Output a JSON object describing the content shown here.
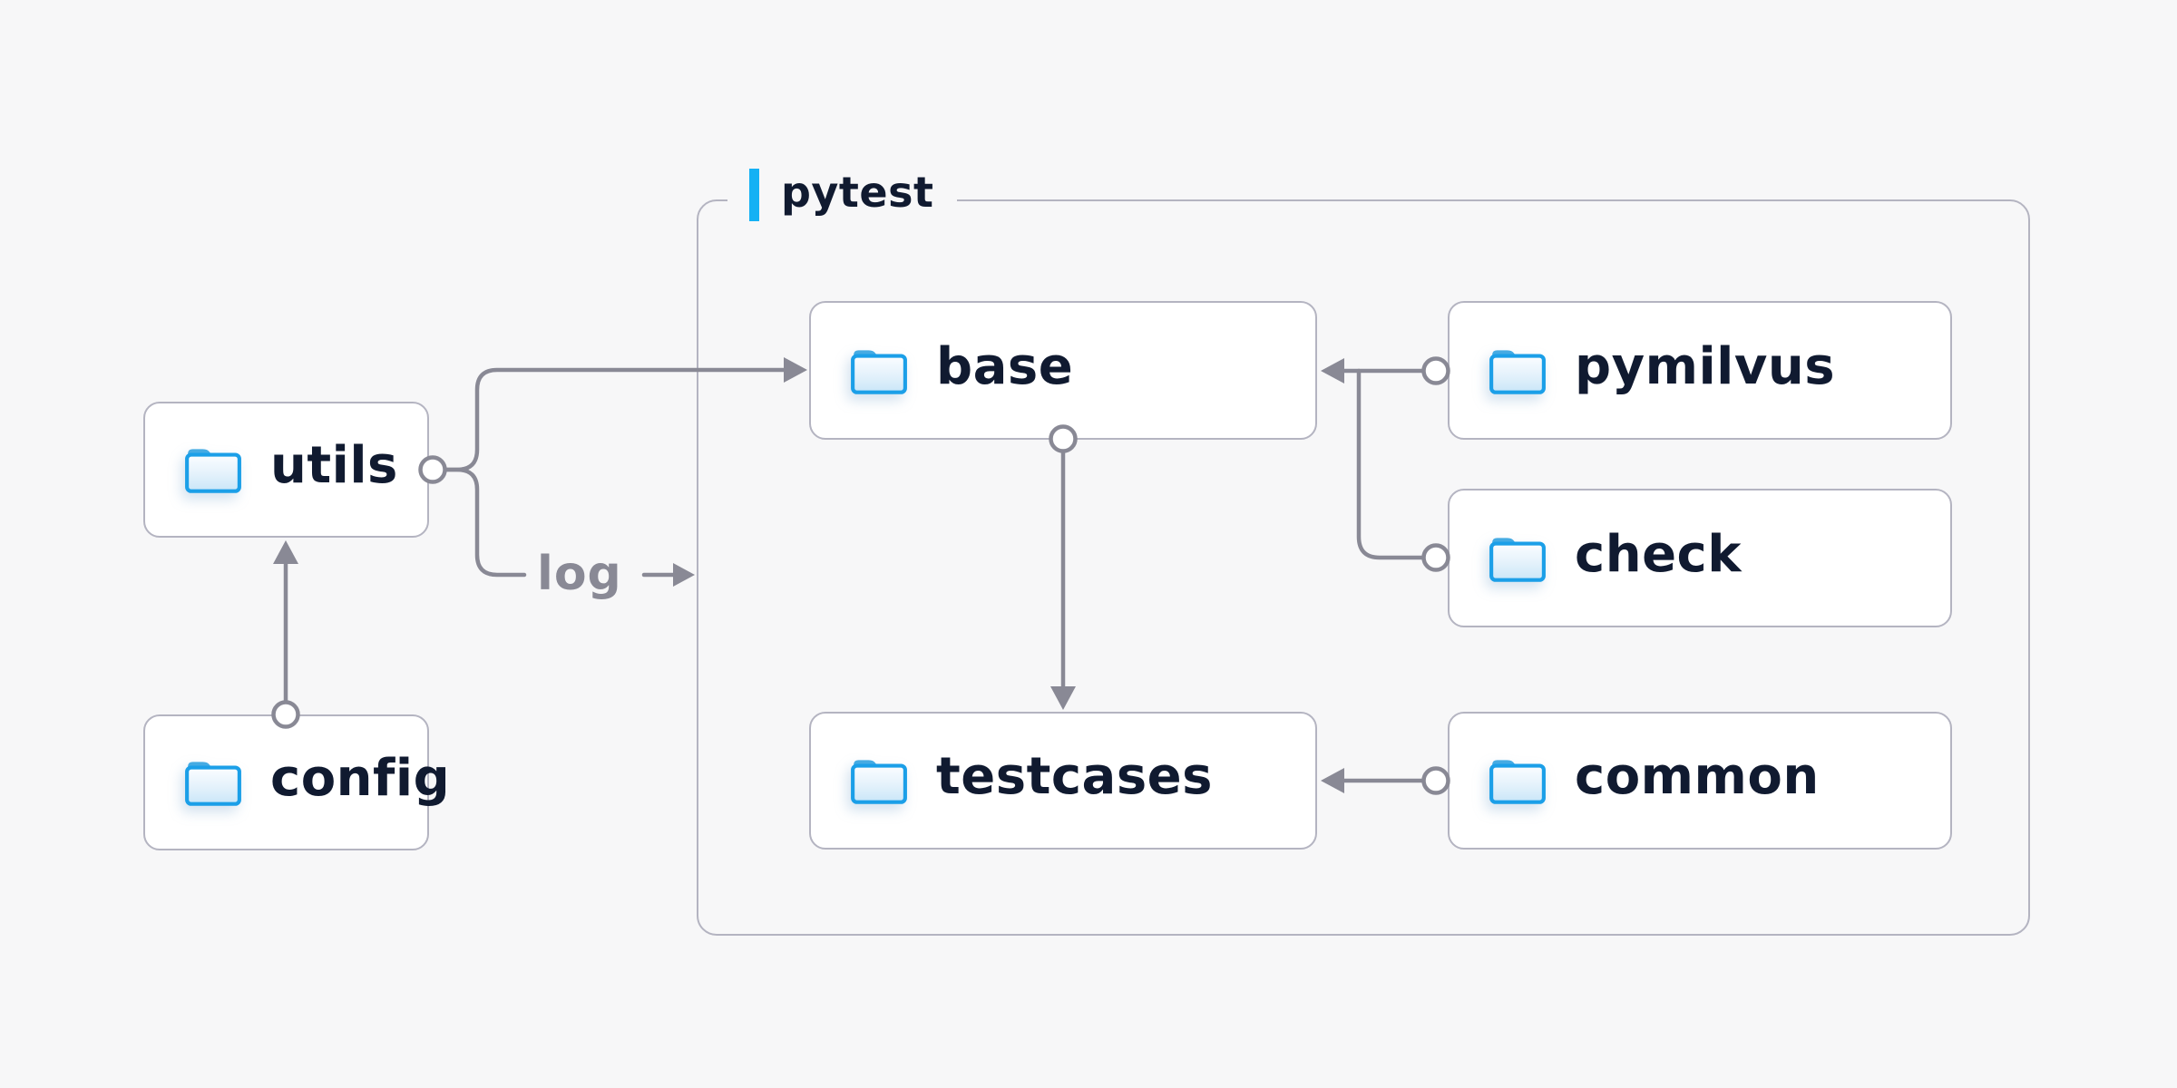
{
  "diagram": {
    "title_group": {
      "label": "pytest"
    },
    "nodes": [
      {
        "id": "utils",
        "label": "utils",
        "icon": "folder-icon",
        "group": ""
      },
      {
        "id": "config",
        "label": "config",
        "icon": "folder-icon",
        "group": ""
      },
      {
        "id": "base",
        "label": "base",
        "icon": "folder-icon",
        "group": "pytest"
      },
      {
        "id": "pymilvus",
        "label": "pymilvus",
        "icon": "folder-icon",
        "group": "pytest"
      },
      {
        "id": "check",
        "label": "check",
        "icon": "folder-icon",
        "group": "pytest"
      },
      {
        "id": "testcases",
        "label": "testcases",
        "icon": "folder-icon",
        "group": "pytest"
      },
      {
        "id": "common",
        "label": "common",
        "icon": "folder-icon",
        "group": "pytest"
      }
    ],
    "edges": [
      {
        "from": "config",
        "to": "utils"
      },
      {
        "from": "utils",
        "to": "base"
      },
      {
        "from": "utils",
        "to": "log",
        "label": "log"
      },
      {
        "from": "base",
        "to": "testcases"
      },
      {
        "from": "pymilvus",
        "to": "base"
      },
      {
        "from": "check",
        "to": "base"
      },
      {
        "from": "common",
        "to": "testcases"
      }
    ],
    "log_label": "log",
    "colors": {
      "background": "#f7f7f8",
      "box_fill": "#ffffff",
      "box_border": "#b4b4c1",
      "line_gray": "#898995",
      "text_dark": "#101a30",
      "accent_cyan": "#14b1f4",
      "folder_stroke": "#1b9fe8"
    }
  }
}
